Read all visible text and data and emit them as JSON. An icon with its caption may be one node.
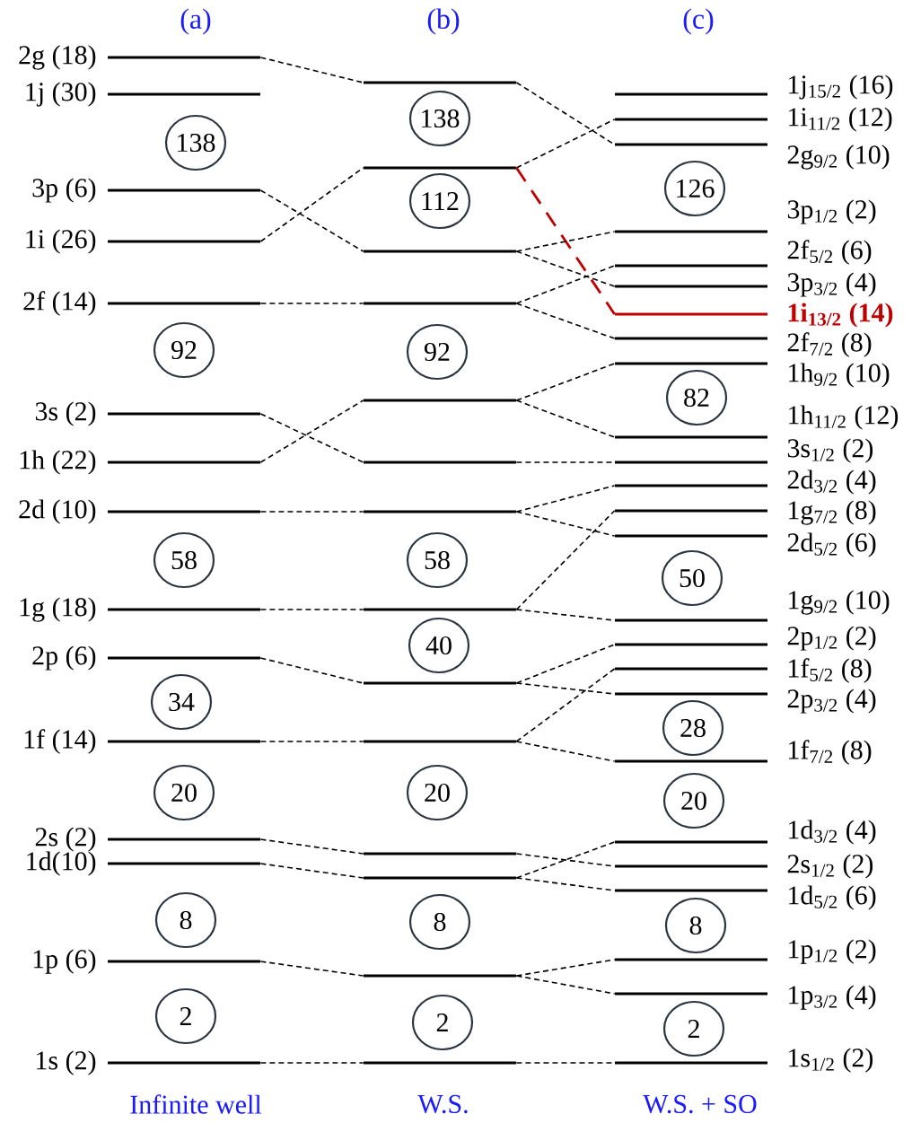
{
  "diagram": {
    "nodes": [
      {
        "text": [
          "2g (18)"
        ]
      },
      {
        "text": [
          "1j (30)"
        ]
      },
      {
        "text": [
          "138"
        ]
      },
      {
        "text": [
          "3p (6)"
        ]
      },
      {
        "text": [
          "1i (26)"
        ]
      },
      {
        "text": [
          "2f (14)"
        ]
      },
      {
        "text": [
          "92"
        ]
      },
      {
        "text": [
          "3s (2)"
        ]
      },
      {
        "text": [
          "1h (22)"
        ]
      },
      {
        "text": [
          "2d (10)"
        ]
      },
      {
        "text": [
          "58"
        ]
      },
      {
        "text": [
          "1g (18)"
        ]
      },
      {
        "text": [
          "2p (6)"
        ]
      },
      {
        "text": [
          "34"
        ]
      },
      {
        "text": [
          "1f (14)"
        ]
      },
      {
        "text": [
          "20"
        ]
      },
      {
        "text": [
          "2s (2)"
        ]
      },
      {
        "text": [
          "1d(10)"
        ]
      },
      {
        "text": [
          "8"
        ]
      },
      {
        "text": [
          "1p (6)"
        ]
      },
      {
        "text": [
          "2"
        ]
      },
      {
        "text": [
          "1s (2)"
        ]
      },
      {
        "text": [],
        "shape": "bar"
      },
      {
        "text": [
          "138"
        ]
      },
      {
        "text": [],
        "shape": "bar"
      },
      {
        "text": [
          "112"
        ]
      },
      {
        "text": [],
        "shape": "bar"
      },
      {
        "text": [],
        "shape": "bar"
      },
      {
        "text": [
          "92"
        ]
      },
      {
        "text": [],
        "shape": "bar"
      },
      {
        "text": [],
        "shape": "bar"
      },
      {
        "text": [],
        "shape": "bar"
      },
      {
        "text": [
          "58"
        ]
      },
      {
        "text": [],
        "shape": "bar"
      },
      {
        "text": [
          "40"
        ]
      },
      {
        "text": [],
        "shape": "bar"
      },
      {
        "text": [],
        "shape": "bar"
      },
      {
        "text": [
          "20"
        ]
      },
      {
        "text": [],
        "shape": "bar"
      },
      {
        "text": [],
        "shape": "bar"
      },
      {
        "text": [
          "8"
        ]
      },
      {
        "text": [],
        "shape": "bar"
      },
      {
        "text": [
          "2"
        ]
      },
      {
        "text": [],
        "shape": "bar"
      },
      {
        "text": [
          "1j$_{15/2}$ (16)"
        ]
      },
      {
        "text": [
          "1i$_{11/2}$ (12)"
        ]
      },
      {
        "text": [
          "2g$_{9/2}$ (10)"
        ]
      },
      {
        "text": [
          "126"
        ]
      },
      {
        "text": [
          "3p$_{1/2}$ (2)"
        ]
      },
      {
        "text": [
          "2f$_{5/2}$ (6)"
        ]
      },
      {
        "text": [
          "3p$_{3/2}$ (4)"
        ]
      },
      {
        "text": [
          "1i$_{13/2}$ (14)"
        ]
      },
      {
        "text": [
          "2f$_{7/2}$ (8)"
        ]
      },
      {
        "text": [
          "1h$_{9/2}$ (10)"
        ]
      },
      {
        "text": [
          "82"
        ]
      },
      {
        "text": [
          "1h$_{11/2}$ (12)"
        ]
      },
      {
        "text": [
          "3s$_{1/2}$ (2)"
        ]
      },
      {
        "text": [
          "2d$_{3/2}$ (4)"
        ]
      },
      {
        "text": [
          "1g$_{7/2}$ (8)"
        ]
      },
      {
        "text": [
          "2d$_{5/2}$ (6)"
        ]
      },
      {
        "text": [
          "50"
        ]
      },
      {
        "text": [
          "1g$_{9/2}$ (10)"
        ]
      },
      {
        "text": [
          "2p$_{1/2}$ (2)"
        ]
      },
      {
        "text": [
          "1f$_{5/2}$ (8)"
        ]
      },
      {
        "text": [
          "2p$_{3/2}$ (4)"
        ]
      },
      {
        "text": [
          "28"
        ]
      },
      {
        "text": [
          "1f$_{7/2}$ (8)"
        ]
      },
      {
        "text": [
          "20"
        ]
      },
      {
        "text": [
          "1d$_{3/2}$ (4)"
        ]
      },
      {
        "text": [
          "2s$_{1/2}$ (2)"
        ]
      },
      {
        "text": [
          "1d$_{5/2}$ (6)"
        ]
      },
      {
        "text": [
          "8"
        ]
      },
      {
        "text": [
          "1p$_{1/2}$ (2)"
        ]
      },
      {
        "text": [
          "1p$_{3/2}$ (4)"
        ]
      },
      {
        "text": [
          "2"
        ]
      },
      {
        "text": [
          "1s$_{1/2}$ (2)"
        ]
      }
    ],
    "edges": [
      {
        "from": 0,
        "to": 22,
        "arrow": "none",
        "style": "dashed"
      },
      {
        "from": 3,
        "to": 26,
        "arrow": "none",
        "style": "dashed"
      },
      {
        "from": 4,
        "to": 24,
        "arrow": "none",
        "style": "dashed"
      },
      {
        "from": 5,
        "to": 27,
        "arrow": "none",
        "style": "dashed"
      },
      {
        "from": 7,
        "to": 30,
        "arrow": "none",
        "style": "dashed"
      },
      {
        "from": 8,
        "to": 29,
        "arrow": "none",
        "style": "dashed"
      },
      {
        "from": 9,
        "to": 31,
        "arrow": "none",
        "style": "dashed"
      },
      {
        "from": 11,
        "to": 33,
        "arrow": "none",
        "style": "dashed"
      },
      {
        "from": 12,
        "to": 35,
        "arrow": "none",
        "style": "dashed"
      },
      {
        "from": 14,
        "to": 36,
        "arrow": "none",
        "style": "dashed"
      },
      {
        "from": 16,
        "to": 38,
        "arrow": "none",
        "style": "dashed"
      },
      {
        "from": 17,
        "to": 39,
        "arrow": "none",
        "style": "dashed"
      },
      {
        "from": 19,
        "to": 41,
        "arrow": "none",
        "style": "dashed"
      },
      {
        "from": 21,
        "to": 43,
        "arrow": "none",
        "style": "dashed"
      },
      {
        "from": 22,
        "to": 46,
        "arrow": "none",
        "style": "dashed"
      },
      {
        "from": 24,
        "to": 45,
        "arrow": "none",
        "style": "dashed"
      },
      {
        "from": 24,
        "to": 51,
        "arrow": "none",
        "style": "dashed",
        "color": "#c00000"
      },
      {
        "from": 26,
        "to": 48,
        "arrow": "none",
        "style": "dashed"
      },
      {
        "from": 26,
        "to": 50,
        "arrow": "none",
        "style": "dashed"
      },
      {
        "from": 27,
        "to": 49,
        "arrow": "none",
        "style": "dashed"
      },
      {
        "from": 27,
        "to": 52,
        "arrow": "none",
        "style": "dashed"
      },
      {
        "from": 29,
        "to": 53,
        "arrow": "none",
        "style": "dashed"
      },
      {
        "from": 29,
        "to": 55,
        "arrow": "none",
        "style": "dashed"
      },
      {
        "from": 30,
        "to": 56,
        "arrow": "none",
        "style": "dashed"
      },
      {
        "from": 31,
        "to": 57,
        "arrow": "none",
        "style": "dashed"
      },
      {
        "from": 31,
        "to": 59,
        "arrow": "none",
        "style": "dashed"
      },
      {
        "from": 33,
        "to": 58,
        "arrow": "none",
        "style": "dashed"
      },
      {
        "from": 33,
        "to": 61,
        "arrow": "none",
        "style": "dashed"
      },
      {
        "from": 35,
        "to": 62,
        "arrow": "none",
        "style": "dashed"
      },
      {
        "from": 35,
        "to": 64,
        "arrow": "none",
        "style": "dashed"
      },
      {
        "from": 36,
        "to": 63,
        "arrow": "none",
        "style": "dashed"
      },
      {
        "from": 36,
        "to": 66,
        "arrow": "none",
        "style": "dashed"
      },
      {
        "from": 38,
        "to": 69,
        "arrow": "none",
        "style": "dashed"
      },
      {
        "from": 39,
        "to": 68,
        "arrow": "none",
        "style": "dashed"
      },
      {
        "from": 39,
        "to": 70,
        "arrow": "none",
        "style": "dashed"
      },
      {
        "from": 41,
        "to": 72,
        "arrow": "none",
        "style": "dashed"
      },
      {
        "from": 41,
        "to": 73,
        "arrow": "none",
        "style": "dashed"
      },
      {
        "from": 43,
        "to": 75,
        "arrow": "none",
        "style": "dashed"
      }
    ],
    "labels": [
      "(a)",
      "(b)",
      "(c)",
      "Infinite well",
      "W.S.",
      "W.S. + SO"
    ]
  }
}
